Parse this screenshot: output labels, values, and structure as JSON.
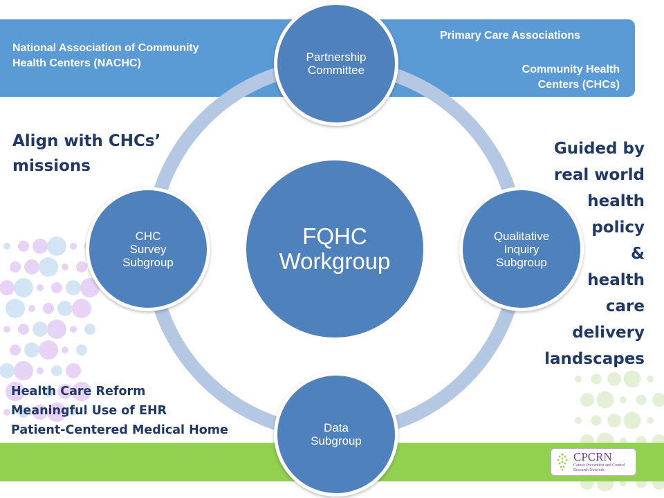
{
  "colors": {
    "band": "#5b9bd5",
    "node": "#4f81bd",
    "ring": "#b4c7e3",
    "green": "#92d050",
    "dark_text": "#1f3864",
    "dot_purple": "#e7d3f5",
    "dot_blue": "#d3e5f5",
    "dot_green": "#e3f0d6"
  },
  "header": {
    "left_label": "National Association of  Community\nHealth Centers (NACHC)",
    "right_top": "Primary Care Associations",
    "right_bottom": "Community Health\nCenters (CHCs)"
  },
  "diagram": {
    "center": "FQHC\nWorkgroup",
    "nodes": [
      {
        "id": "partnership",
        "label": "Partnership\nCommittee"
      },
      {
        "id": "qualitative",
        "label": "Qualitative\nInquiry\nSubgroup"
      },
      {
        "id": "data",
        "label": "Data\nSubgroup"
      },
      {
        "id": "survey",
        "label": "CHC\nSurvey\nSubgroup"
      }
    ]
  },
  "left_heading": "Align with CHCs’\nmissions",
  "right_text": "Guided by\nreal world\nhealth\npolicy\n&\nhealth\ncare\ndelivery\nlandscapes",
  "bottom_list": [
    "Health Care Reform",
    "Meaningful Use of EHR",
    "Patient-Centered Medical Home"
  ],
  "logo": {
    "name": "CPCRN",
    "subtitle": "Cancer Prevention and\nControl Research Network",
    "icon": "cpcrn-logo-mark"
  }
}
